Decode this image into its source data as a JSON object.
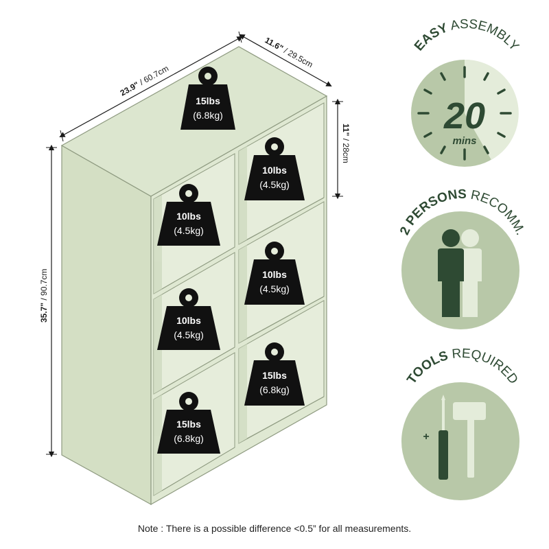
{
  "dimensions": {
    "width": {
      "imperial": "23.9\"",
      "metric": "60.7cm"
    },
    "depth": {
      "imperial": "11.6\"",
      "metric": "29.5cm"
    },
    "height": {
      "imperial": "35.7\"",
      "metric": "90.7cm"
    },
    "cube_height": {
      "imperial": "11\"",
      "metric": "28cm"
    }
  },
  "weights": {
    "top": {
      "lbs": "15lbs",
      "kg": "(6.8kg)"
    },
    "r1_left": {
      "lbs": "10lbs",
      "kg": "(4.5kg)"
    },
    "r1_right": {
      "lbs": "10lbs",
      "kg": "(4.5kg)"
    },
    "r2_left": {
      "lbs": "10lbs",
      "kg": "(4.5kg)"
    },
    "r2_right": {
      "lbs": "10lbs",
      "kg": "(4.5kg)"
    },
    "r3_left": {
      "lbs": "15lbs",
      "kg": "(6.8kg)"
    },
    "r3_right": {
      "lbs": "15lbs",
      "kg": "(6.8kg)"
    }
  },
  "badges": {
    "assembly": {
      "bold": "EASY",
      "rest": " ASSEMBLY",
      "number": "20",
      "unit": "mins",
      "icon": "clock-icon"
    },
    "persons": {
      "bold": "2 PERSONS",
      "rest": " RECOMM.",
      "icon": "two-persons-icon"
    },
    "tools": {
      "bold": "TOOLS",
      "rest": " REQUIRED",
      "icon": "screwdriver-hammer-icon"
    }
  },
  "colors": {
    "shelf_front": "#dfe8d2",
    "shelf_side": "#d4dfc4",
    "shelf_interior": "#e6eddb",
    "badge_circle": "#b8c8a8",
    "badge_dark": "#2e4a33",
    "badge_light": "#e4ecda",
    "weight": "#111111"
  },
  "note": "Note : There is a possible difference <0.5” for all measurements."
}
